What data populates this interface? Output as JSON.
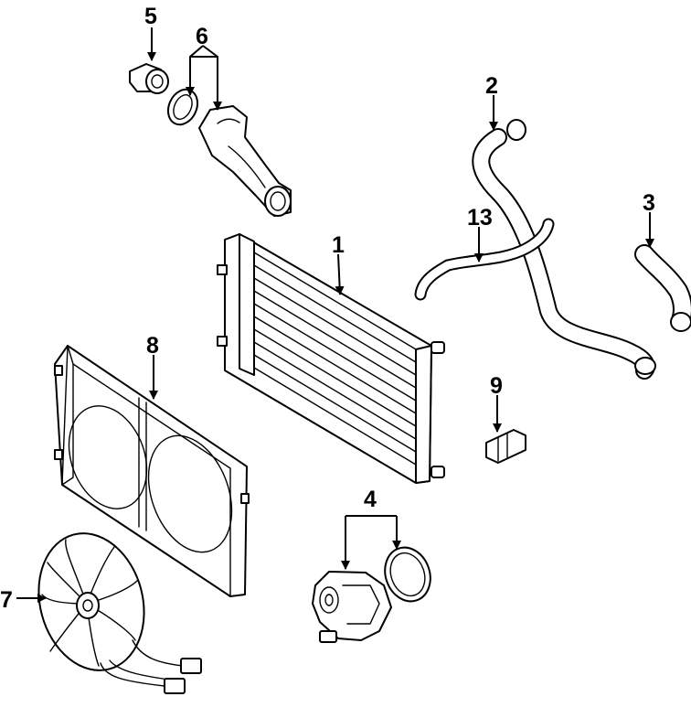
{
  "callouts": {
    "c1": "1",
    "c2": "2",
    "c3": "3",
    "c4": "4",
    "c5": "5",
    "c6": "6",
    "c7": "7",
    "c8": "8",
    "c9": "9",
    "c13": "13"
  }
}
